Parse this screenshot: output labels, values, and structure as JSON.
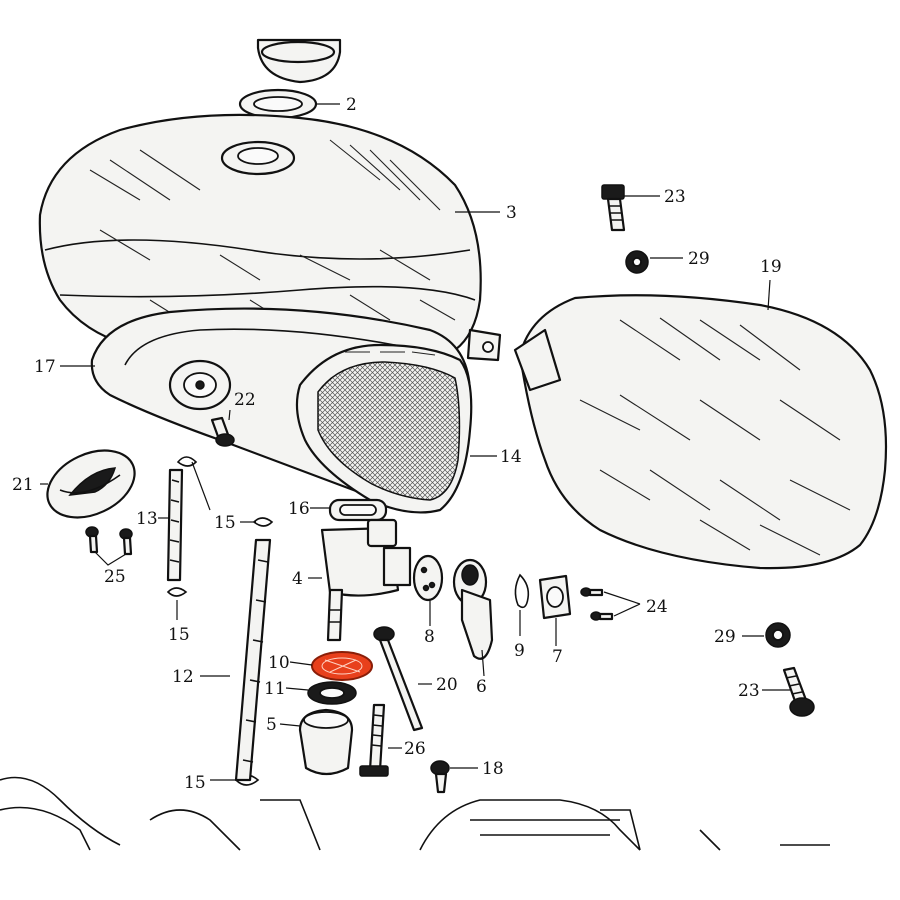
{
  "colors": {
    "ink": "#111111",
    "paper": "#ffffff",
    "highlight": "#e8401c"
  },
  "highlighted_part": "10",
  "callouts": {
    "c2": "2",
    "c3": "3",
    "c4": "4",
    "c5": "5",
    "c6": "6",
    "c7": "7",
    "c8": "8",
    "c9": "9",
    "c10": "10",
    "c11": "11",
    "c12": "12",
    "c13": "13",
    "c14": "14",
    "c15a": "15",
    "c15b": "15",
    "c15c": "15",
    "c16": "16",
    "c17": "17",
    "c18": "18",
    "c19": "19",
    "c20": "20",
    "c21": "21",
    "c22": "22",
    "c23a": "23",
    "c23b": "23",
    "c24": "24",
    "c25": "25",
    "c26": "26",
    "c29a": "29",
    "c29b": "29"
  }
}
